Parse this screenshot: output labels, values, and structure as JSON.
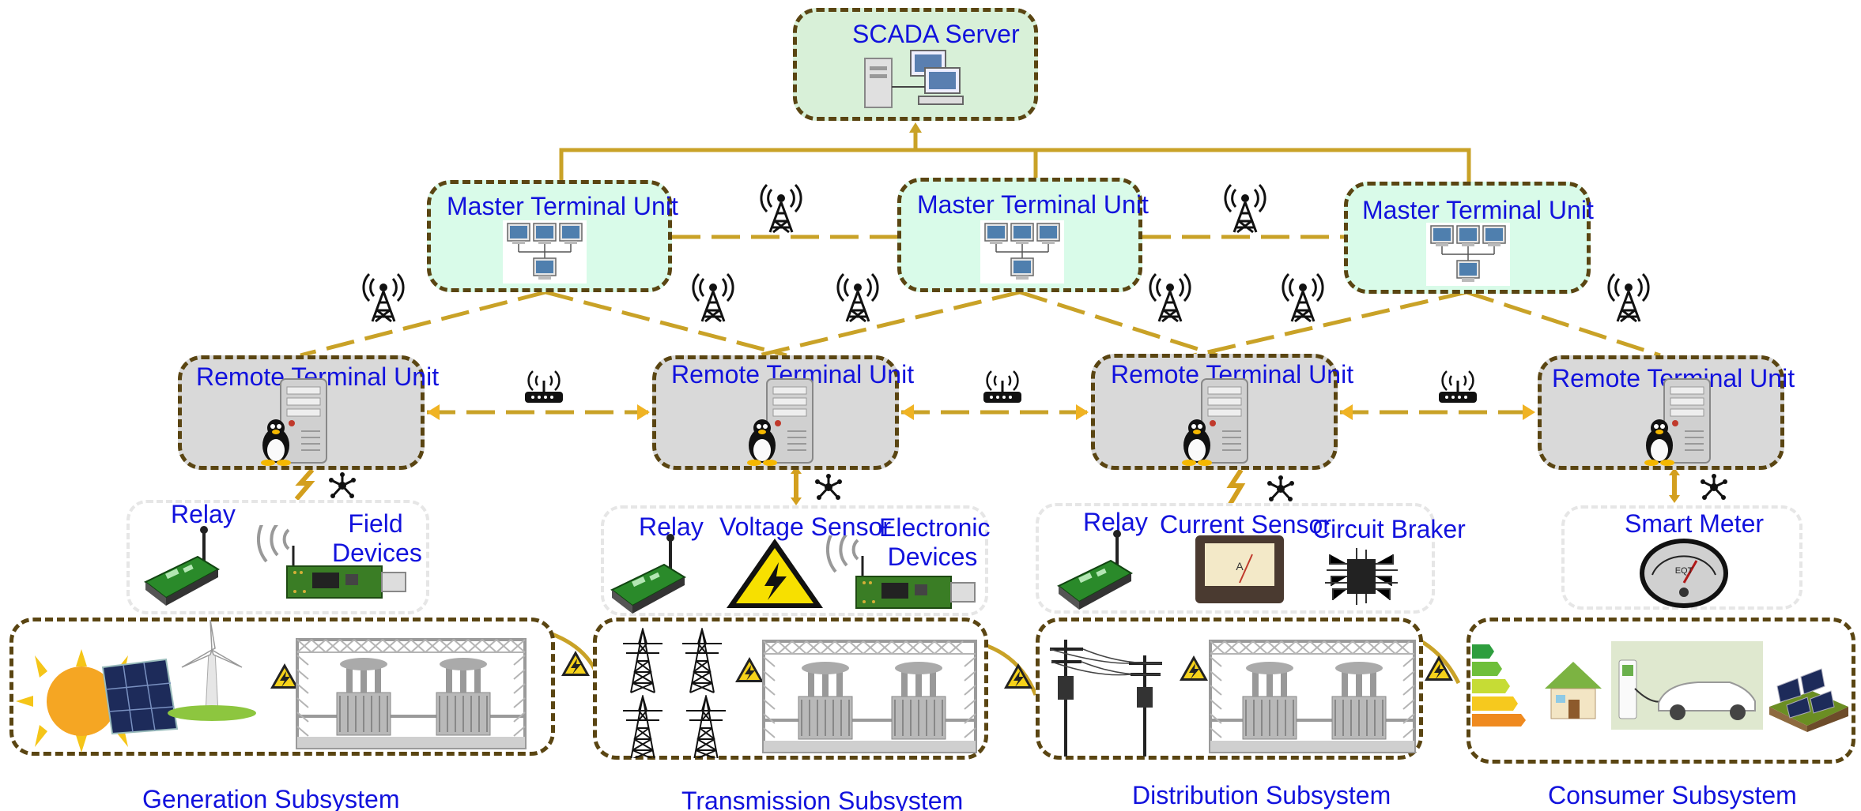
{
  "colors": {
    "label": "#1212dd",
    "box_border": "#5a4512",
    "link": "#c9a227",
    "scada_fill": "#d8f0d8",
    "mtu_fill": "#d9fbe9",
    "rtu_fill": "#d9d9d9"
  },
  "scada": {
    "label": "SCADA Server",
    "icon": "computer-network-icon"
  },
  "mtus": [
    {
      "label": "Master Terminal Unit"
    },
    {
      "label": "Master Terminal Unit"
    },
    {
      "label": "Master Terminal Unit"
    }
  ],
  "rtus": [
    {
      "label": "Remote Terminal Unit"
    },
    {
      "label": "Remote Terminal Unit"
    },
    {
      "label": "Remote Terminal Unit"
    },
    {
      "label": "Remote Terminal Unit"
    }
  ],
  "devices": {
    "generation": {
      "relay": "Relay",
      "field_line1": "Field",
      "field_line2": "Devices"
    },
    "transmission": {
      "relay": "Relay",
      "voltage_sensor": "Voltage Sensor",
      "electronic_line1": "Electronic",
      "electronic_line2": "Devices"
    },
    "distribution": {
      "relay": "Relay",
      "current_sensor": "Current Sensor",
      "circuit_breaker": "Circuit Braker"
    },
    "consumer": {
      "smart_meter": "Smart Meter"
    }
  },
  "subsystems": [
    {
      "label": "Generation Subsystem"
    },
    {
      "label": "Transmission Subsystem"
    },
    {
      "label": "Distribution Subsystem"
    },
    {
      "label": "Consumer Subsystem"
    }
  ],
  "icons": [
    "radio-tower-icon",
    "router-icon",
    "star-network-icon",
    "linux-penguin-icon",
    "server-icon",
    "high-voltage-icon",
    "transformer-substation-icon",
    "sun-icon",
    "solar-panel-icon",
    "wind-turbine-icon",
    "pylon-icon",
    "utility-pole-icon",
    "energy-rating-icon",
    "house-icon",
    "electric-car-icon",
    "analog-gauge-icon",
    "ammeter-icon",
    "microchip-icon"
  ],
  "gauge_reading": "EQT",
  "ammeter_reading": "A"
}
